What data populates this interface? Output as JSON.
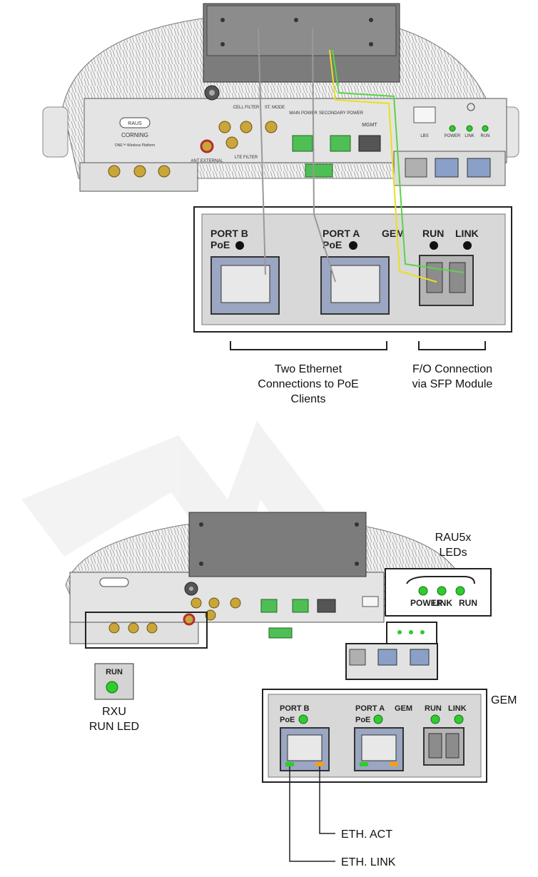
{
  "top": {
    "caption_eth": [
      "Two Ethernet",
      "Connections to PoE",
      "Clients"
    ],
    "caption_fo": [
      "F/O Connection",
      "via SFP Module"
    ],
    "gem": {
      "port_b": "PORT B",
      "port_a": "PORT A",
      "poe": "PoE",
      "gem": "GEM",
      "run": "RUN",
      "link": "LINK"
    },
    "unit": {
      "raus": "RAUS",
      "corning": "CORNING",
      "platform": "ONE™ Wireless Platform",
      "cell_filter": "CELL FILTER",
      "st_mode": "ST. MODE",
      "main_power": "MAIN POWER",
      "secondary_power": "SECONDARY POWER",
      "mgmt": "MGMT",
      "lbs": "LBS",
      "power": "POWER",
      "link": "LINK",
      "run": "RUN",
      "ant_external": "ANT EXTERNAL",
      "lte_filter": "LTE FILTER"
    }
  },
  "bottom": {
    "rau_leds_title": [
      "RAU5x",
      "LEDs"
    ],
    "rau_leds": {
      "power": "POWER",
      "link": "LINK",
      "run": "RUN"
    },
    "gem_title": "GEM",
    "rxu_title": [
      "RXU",
      "RUN LED"
    ],
    "rxu_run": "RUN",
    "eth_act": "ETH. ACT",
    "eth_link": "ETH. LINK",
    "gem": {
      "port_b": "PORT B",
      "port_a": "PORT A",
      "poe": "PoE",
      "gem": "GEM",
      "run": "RUN",
      "link": "LINK"
    }
  },
  "colors": {
    "led_green": "#2ecc2e",
    "fiber_yellow": "#e8e020",
    "fiber_green": "#5cd24a",
    "amber": "#f0a020"
  }
}
